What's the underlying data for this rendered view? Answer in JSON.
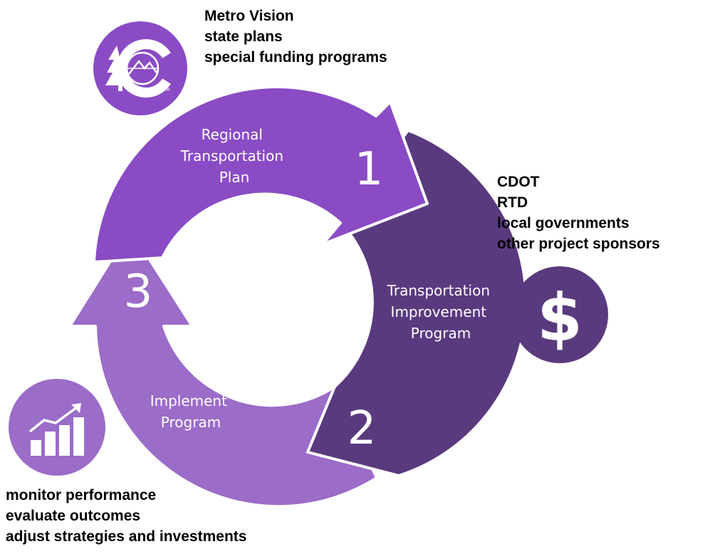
{
  "colors": {
    "plan": "#8a4bc4",
    "tip": "#5a3a7e",
    "implement": "#9b6cc8",
    "logo_circle": "#8a4bc4",
    "dollar_circle": "#5a3a7e",
    "chart_circle": "#9b6cc8"
  },
  "cycle": {
    "plan": {
      "number": "1",
      "label": [
        "Regional",
        "Transportation",
        "Plan"
      ]
    },
    "tip": {
      "number": "2",
      "label": [
        "Transportation",
        "Improvement",
        "Program"
      ]
    },
    "implement": {
      "number": "3",
      "label": [
        "Implement",
        "Program"
      ]
    }
  },
  "icons": {
    "logo": "colorado-logo-icon",
    "dollar": "dollar-icon",
    "chart": "growth-chart-icon",
    "dollar_glyph": "$",
    "logo_mark": "TM"
  },
  "notes": {
    "plan_inputs": [
      "Metro Vision",
      "state plans",
      "special funding programs"
    ],
    "tip_sponsors": [
      "CDOT",
      "RTD",
      "local governments",
      "other project sponsors"
    ],
    "implement_actions": [
      "monitor performance",
      "evaluate outcomes",
      "adjust strategies and investments"
    ]
  }
}
